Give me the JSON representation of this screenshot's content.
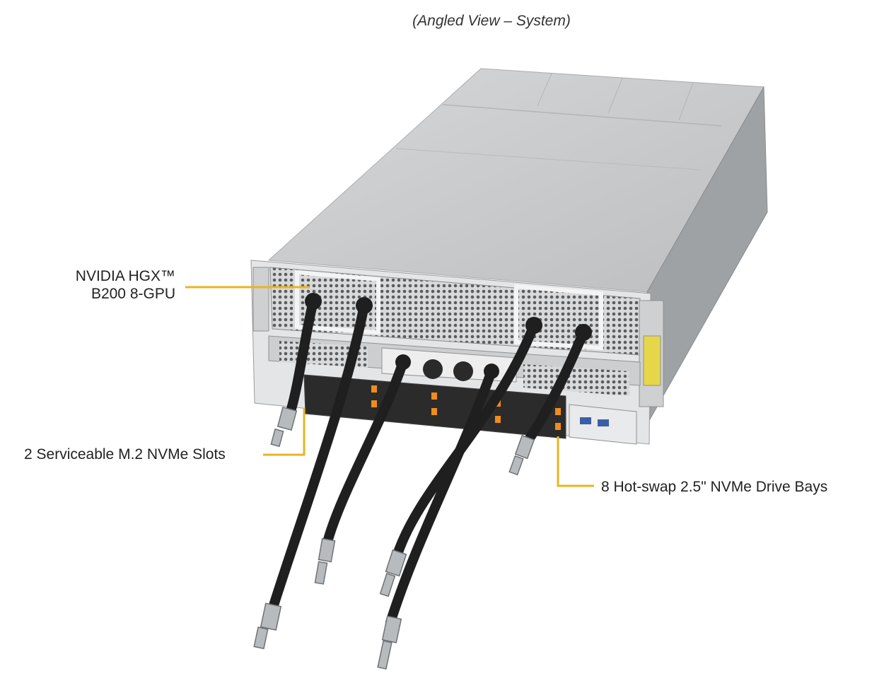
{
  "caption": "(Angled View – System)",
  "callouts": {
    "gpu_line1": "NVIDIA HGX™",
    "gpu_line2": "B200 8-GPU",
    "m2_slots": "2 Serviceable M.2 NVMe Slots",
    "drive_bays": "8 Hot-swap 2.5\" NVMe Drive Bays"
  },
  "colors": {
    "callout_line": "#E8B420",
    "chassis_top": "#c9cbcd",
    "chassis_side": "#9b9ea1",
    "hose": "#1f1f1f",
    "drive_tab": "#f08c1e"
  }
}
